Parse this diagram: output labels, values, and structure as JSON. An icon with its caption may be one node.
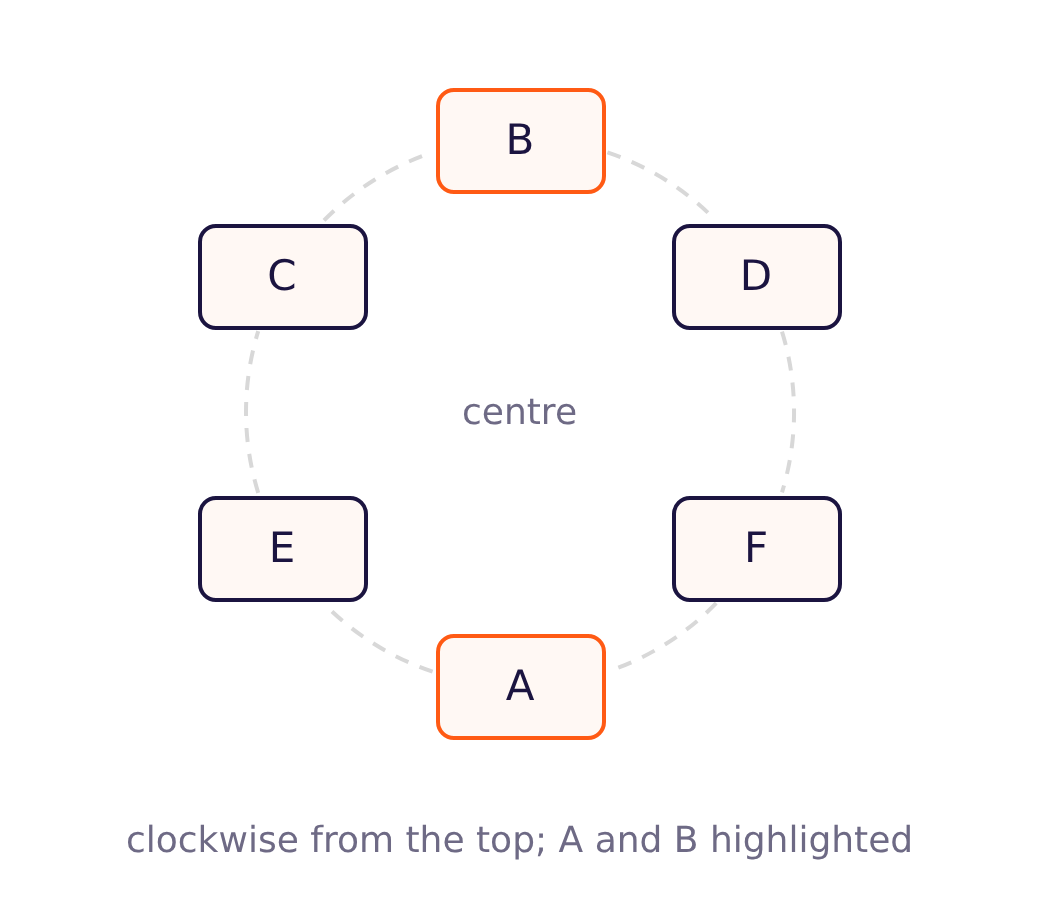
{
  "diagram": {
    "caption": "clockwise from the top; A and B highlighted",
    "nodes": [
      {
        "text": [
          "B"
        ]
      },
      {
        "text": [
          "C"
        ]
      },
      {
        "text": [
          "D"
        ]
      },
      {
        "text": [
          "E"
        ]
      },
      {
        "text": [
          "F"
        ]
      },
      {
        "text": [
          "A"
        ]
      }
    ],
    "edges": [
      {
        "from": 0,
        "to": 2,
        "arrow": "none",
        "style": "dashed"
      },
      {
        "from": 2,
        "to": 4,
        "arrow": "none",
        "style": "dashed"
      },
      {
        "from": 4,
        "to": 5,
        "arrow": "none",
        "style": "dashed"
      },
      {
        "from": 5,
        "to": 3,
        "arrow": "none",
        "style": "dashed"
      },
      {
        "from": 3,
        "to": 1,
        "arrow": "none",
        "style": "dashed"
      },
      {
        "from": 1,
        "to": 0,
        "arrow": "none",
        "style": "dashed"
      }
    ],
    "labels": [
      "centre"
    ]
  }
}
